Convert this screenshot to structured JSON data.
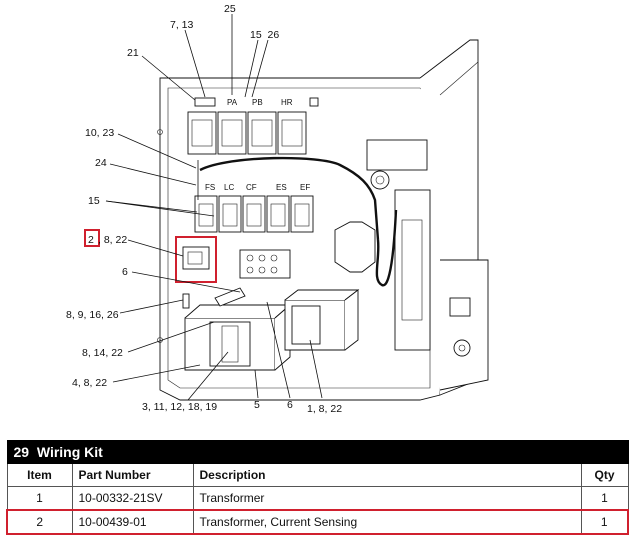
{
  "diagram": {
    "callouts": {
      "c25": "25",
      "c7_13": "7, 13",
      "c15_26": "15  26",
      "c21": "21",
      "c10_23": "10, 23",
      "c24": "24",
      "c15": "15",
      "c2": "2",
      "c8_22": ", 8, 22",
      "c6a": "6",
      "c8_9_16_26": "8, 9, 16, 26",
      "c8_14_22": "8, 14, 22",
      "c4_8_22": "4, 8, 22",
      "c3_11_12_18_19": "3, 11, 12, 18, 19",
      "c5": "5",
      "c6b": "6",
      "c1_8_22": "1, 8, 22"
    },
    "relay_labels": {
      "top": [
        "PA",
        "PB",
        "HR"
      ],
      "mid": [
        "FS",
        "LC",
        "CF",
        "ES",
        "EF"
      ]
    }
  },
  "table": {
    "title": "29  Wiring Kit",
    "headers": [
      "Item",
      "Part Number",
      "Description",
      "Qty"
    ],
    "rows": [
      {
        "item": "1",
        "part": "10-00332-21SV",
        "desc": "Transformer",
        "qty": "1"
      },
      {
        "item": "2",
        "part": "10-00439-01",
        "desc": "Transformer, Current Sensing",
        "qty": "1"
      }
    ],
    "highlight_row": 2,
    "highlight_color": "#d0202e"
  }
}
